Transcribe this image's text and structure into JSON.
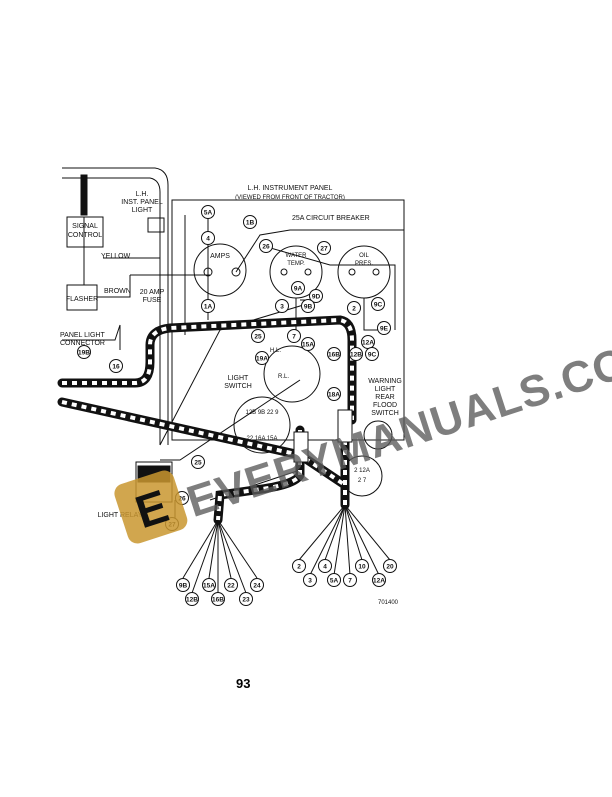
{
  "diagram": {
    "panel_title_line1": "L.H. INSTRUMENT PANEL",
    "panel_title_line2": "(VIEWED FROM FRONT OF TRACTOR)",
    "circuit_breaker": "25A CIRCUIT BREAKER",
    "lh_panel_light": [
      "L.H.",
      "INST. PANEL",
      "LIGHT"
    ],
    "signal_control": [
      "SIGNAL",
      "CONTROL"
    ],
    "yellow": "YELLOW",
    "brown": "BROWN",
    "fuse": [
      "20 AMP",
      "FUSE"
    ],
    "flasher": "FLASHER",
    "panel_light_connector": [
      "PANEL LIGHT",
      "CONNECTOR"
    ],
    "amps": "AMPS",
    "water_temp": [
      "WATER",
      "TEMP."
    ],
    "oil_pres": [
      "OIL",
      "PRES."
    ],
    "light_switch": [
      "LIGHT",
      "SWITCH"
    ],
    "hl": "H.L.",
    "rl": "R.L.",
    "warning_light": [
      "WARNING",
      "LIGHT",
      "REAR",
      "FLOOD",
      "SWITCH"
    ],
    "light_relay": "LIGHT RELAY",
    "connector_top_row": "12B 9B 22 9",
    "connector_bottom_row": "22 16A 15A",
    "small_connector": [
      "2 12A",
      "2 7"
    ],
    "figure_number": "701400",
    "wire_tags": {
      "w5A": "5A",
      "w4": "4",
      "w1B": "1B",
      "w26": "26",
      "w27": "27",
      "w1A": "1A",
      "w3": "3",
      "w9A": "9A",
      "w9D": "9D",
      "w9B": "9B",
      "w2": "2",
      "w9C": "9C",
      "w9E": "9E",
      "w25": "25",
      "w7": "7",
      "w15A": "15A",
      "w16B": "16B",
      "w12A": "12A",
      "w12B": "12B",
      "w9Cb": "9C",
      "w19A": "19A",
      "w19B": "19B",
      "w18A": "18A",
      "w16": "16",
      "w25b": "25",
      "w26b": "26",
      "w27b": "27"
    },
    "harness_left": [
      "9B",
      "12B",
      "15A",
      "16B",
      "22",
      "23",
      "24"
    ],
    "harness_right": [
      "2",
      "3",
      "4",
      "5A",
      "7",
      "10",
      "12A",
      "20"
    ]
  },
  "watermark": "EVERYMANUALS.COM",
  "page_number": "93"
}
